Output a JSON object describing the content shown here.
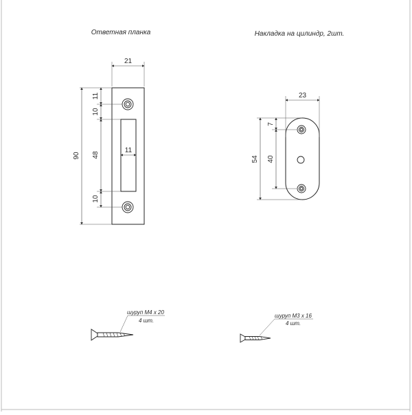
{
  "strike_plate": {
    "title": "Ответная планка",
    "dims": {
      "width": "21",
      "slot_width": "11",
      "top_hole_offset": "11",
      "hole_to_slot_top": "10",
      "slot_height": "48",
      "slot_to_hole_bottom": "10",
      "total_height": "90"
    }
  },
  "cylinder_cover": {
    "title": "Накладка на цилиндр, 2шт.",
    "dims": {
      "width": "23",
      "top_hole_offset": "7",
      "hole_spacing": "40",
      "total_height": "54"
    }
  },
  "screw_m4": {
    "label": "шуруп М4 х 20",
    "qty": "4 шт."
  },
  "screw_m3": {
    "label": "шуруп М3 х 16",
    "qty": "4 шт."
  }
}
